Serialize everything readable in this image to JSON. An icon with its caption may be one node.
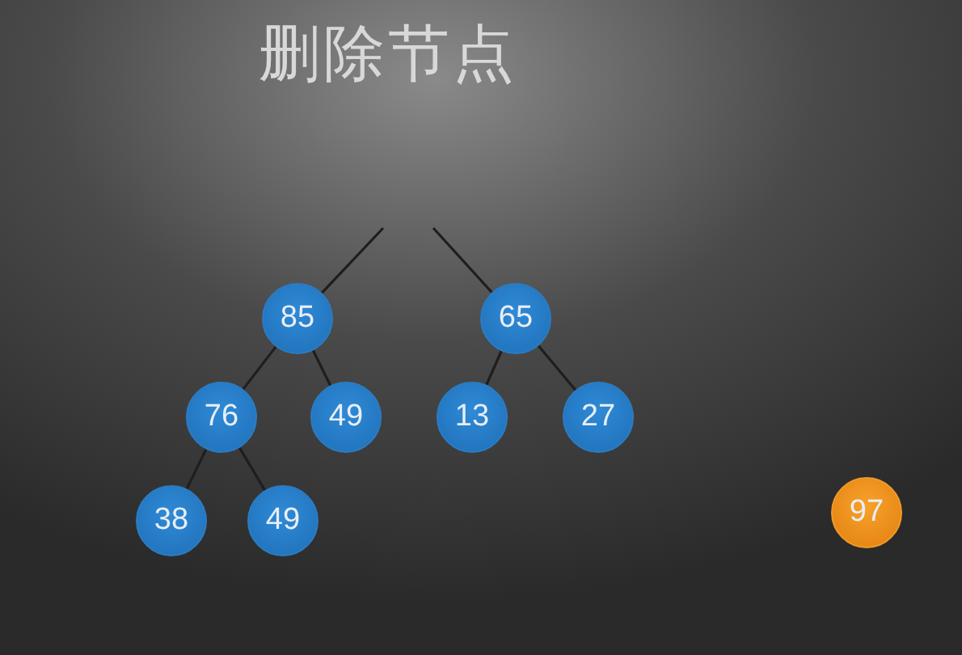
{
  "diagram": {
    "title": "删除节点",
    "nodes": [
      {
        "text": [
          "85"
        ]
      },
      {
        "text": [
          "65"
        ]
      },
      {
        "text": [
          "76"
        ]
      },
      {
        "text": [
          "49"
        ]
      },
      {
        "text": [
          "13"
        ]
      },
      {
        "text": [
          "27"
        ]
      },
      {
        "text": [
          "38"
        ]
      },
      {
        "text": [
          "49"
        ]
      },
      {
        "text": [
          "97"
        ]
      }
    ],
    "edges": [
      {
        "from": null,
        "to": 0,
        "arrow": "none"
      },
      {
        "from": null,
        "to": 1,
        "arrow": "none"
      },
      {
        "from": 0,
        "to": 2,
        "arrow": "none"
      },
      {
        "from": 0,
        "to": 3,
        "arrow": "none"
      },
      {
        "from": 1,
        "to": 4,
        "arrow": "none"
      },
      {
        "from": 1,
        "to": 5,
        "arrow": "none"
      },
      {
        "from": 2,
        "to": 6,
        "arrow": "none"
      },
      {
        "from": 2,
        "to": 7,
        "arrow": "none"
      }
    ]
  }
}
